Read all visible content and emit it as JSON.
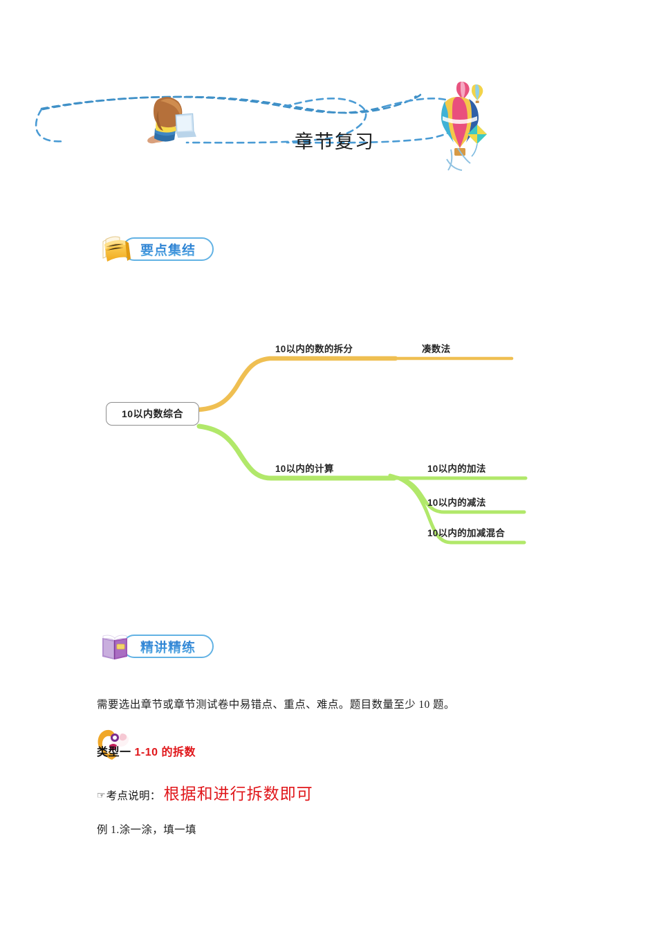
{
  "document": {
    "title": "章节复习"
  },
  "header": {
    "title": "章节复习",
    "left_illustration": "girl-with-laptop-illustration",
    "right_illustration": "hot-air-balloon-and-kite-illustration",
    "connector": "blue-dashed-curve",
    "connector_color": "#3f90c7"
  },
  "sections": {
    "key_points": {
      "badge_label": "要点集结",
      "icon": "closed-orange-book-icon",
      "pill_border_color": "#62b2e4",
      "text_color": "#2b7bcb"
    },
    "intensive_practice": {
      "badge_label": "精讲精练",
      "icon": "open-purple-book-icon",
      "pill_border_color": "#62b2e4",
      "text_color": "#2b7bcb"
    }
  },
  "mindmap": {
    "root": "10以内数综合",
    "branches": [
      {
        "label": "10以内的数的拆分",
        "color": "#efbf52",
        "children": [
          {
            "label": "凑数法",
            "color": "#efbf52"
          }
        ]
      },
      {
        "label": "10以内的计算",
        "color": "#b1e86a",
        "children": [
          {
            "label": "10以内的加法",
            "color": "#b1e86a"
          },
          {
            "label": "10以内的减法",
            "color": "#b1e86a"
          },
          {
            "label": "10以内的加减混合",
            "color": "#b1e86a"
          }
        ]
      }
    ]
  },
  "content": {
    "intro": "需要选出章节或章节测试卷中易错点、重点、难点。题目数量至少 10 题。",
    "type_heading": {
      "icon": "orange-spiral-magnifier-icon",
      "label": "类型一",
      "title": "1-10 的拆数",
      "title_color": "#e0161a"
    },
    "exam_note": {
      "pointer_icon": "☞",
      "label": "考点说明：",
      "value": "根据和进行拆数即可",
      "value_color": "#e0161a"
    },
    "example": "例 1.涂一涂，填一填"
  }
}
